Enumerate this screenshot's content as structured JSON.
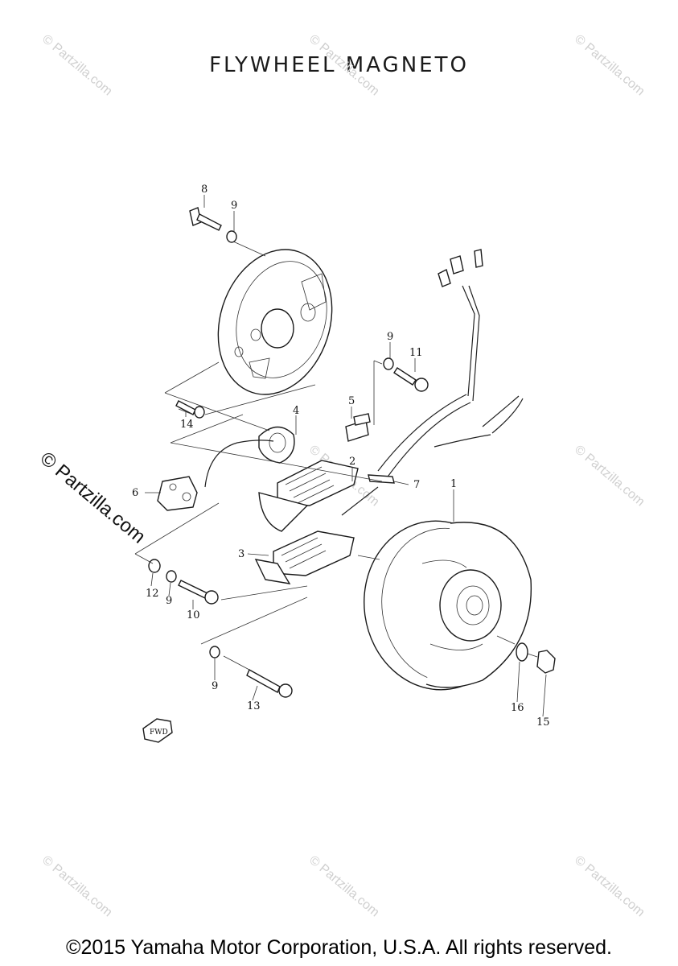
{
  "title": "FLYWHEEL MAGNETO",
  "copyright": "©2015 Yamaha Motor Corporation, U.S.A. All rights reserved.",
  "watermark": "© Partzilla.com",
  "fwd_label": "FWD",
  "callouts": [
    "1",
    "2",
    "3",
    "4",
    "5",
    "6",
    "7",
    "8",
    "9",
    "9",
    "9",
    "9",
    "10",
    "11",
    "12",
    "13",
    "14",
    "15",
    "16"
  ]
}
